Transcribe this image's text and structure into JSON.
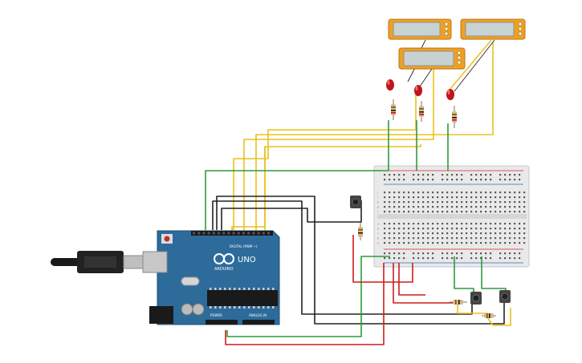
{
  "canvas": {
    "background": "#ffffff"
  },
  "colors": {
    "wire_green": "#2f9a3a",
    "wire_yellow": "#e8c21a",
    "wire_black": "#222222",
    "wire_red": "#d01c1c",
    "arduino_blue": "#2d6b9b",
    "breadboard": "#e6e6e6",
    "lcd_frame": "#f0a020",
    "lcd_screen": "#c9d2d2",
    "led_red": "#c0151b"
  },
  "arduino": {
    "brand": "ARDUINO",
    "model": "UNO",
    "labels": {
      "digital": "DIGITAL (PWM ~)",
      "power": "POWER",
      "analog": "ANALOG IN"
    }
  },
  "components": {
    "lcd_modules": 3,
    "leds": 3,
    "pushbuttons": 3,
    "breadboard_rows": [
      "a",
      "b",
      "c",
      "d",
      "e",
      "f",
      "g",
      "h",
      "i",
      "j"
    ]
  }
}
